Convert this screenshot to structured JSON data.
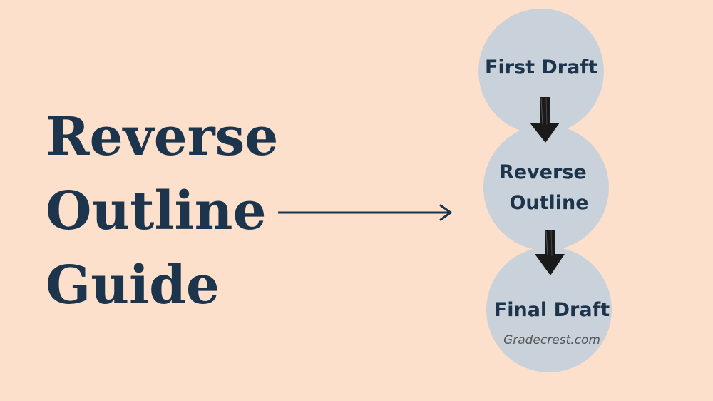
{
  "title": {
    "lines": [
      "Reverse",
      "Outline",
      "Guide"
    ]
  },
  "diagram": {
    "nodes": [
      {
        "lines": [
          "First Draft"
        ]
      },
      {
        "lines": [
          "Reverse",
          "Outline"
        ]
      },
      {
        "lines": [
          "Final Draft"
        ]
      }
    ],
    "watermark": "Gradecrest.com"
  },
  "colors": {
    "background": "#fce0cb",
    "text": "#1c344c",
    "circle": "#c9d1da",
    "arrow": "#1a1a1a"
  }
}
